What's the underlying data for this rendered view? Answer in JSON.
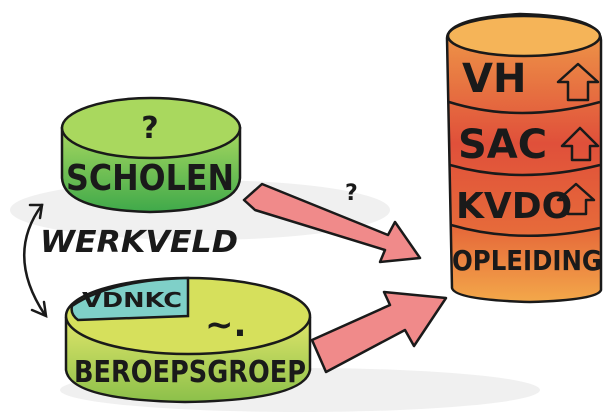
{
  "nodes": {
    "scholen": {
      "label": "SCHOLEN",
      "mark": "?"
    },
    "werkveld": {
      "label": "WERKVELD"
    },
    "beroepsgroep": {
      "label": "BEROEPSGROEP",
      "segment_label": "VDNKC",
      "mark": "~."
    },
    "tower": {
      "layers": [
        "VH",
        "SAC",
        "KVDO",
        "OPLEIDING"
      ]
    }
  },
  "edges": {
    "scholen_to_opleiding": {
      "mark": "?"
    }
  },
  "colors": {
    "scholen_fill": "#5fbf4a",
    "beroepsgroep_fill": "#c9d94a",
    "vdnkc_fill": "#7fd0c8",
    "tower_top": "#f0a04a",
    "tower_red": "#e0503a",
    "tower_bottom": "#f3a84a",
    "arrow_fill": "#f08a8a"
  }
}
